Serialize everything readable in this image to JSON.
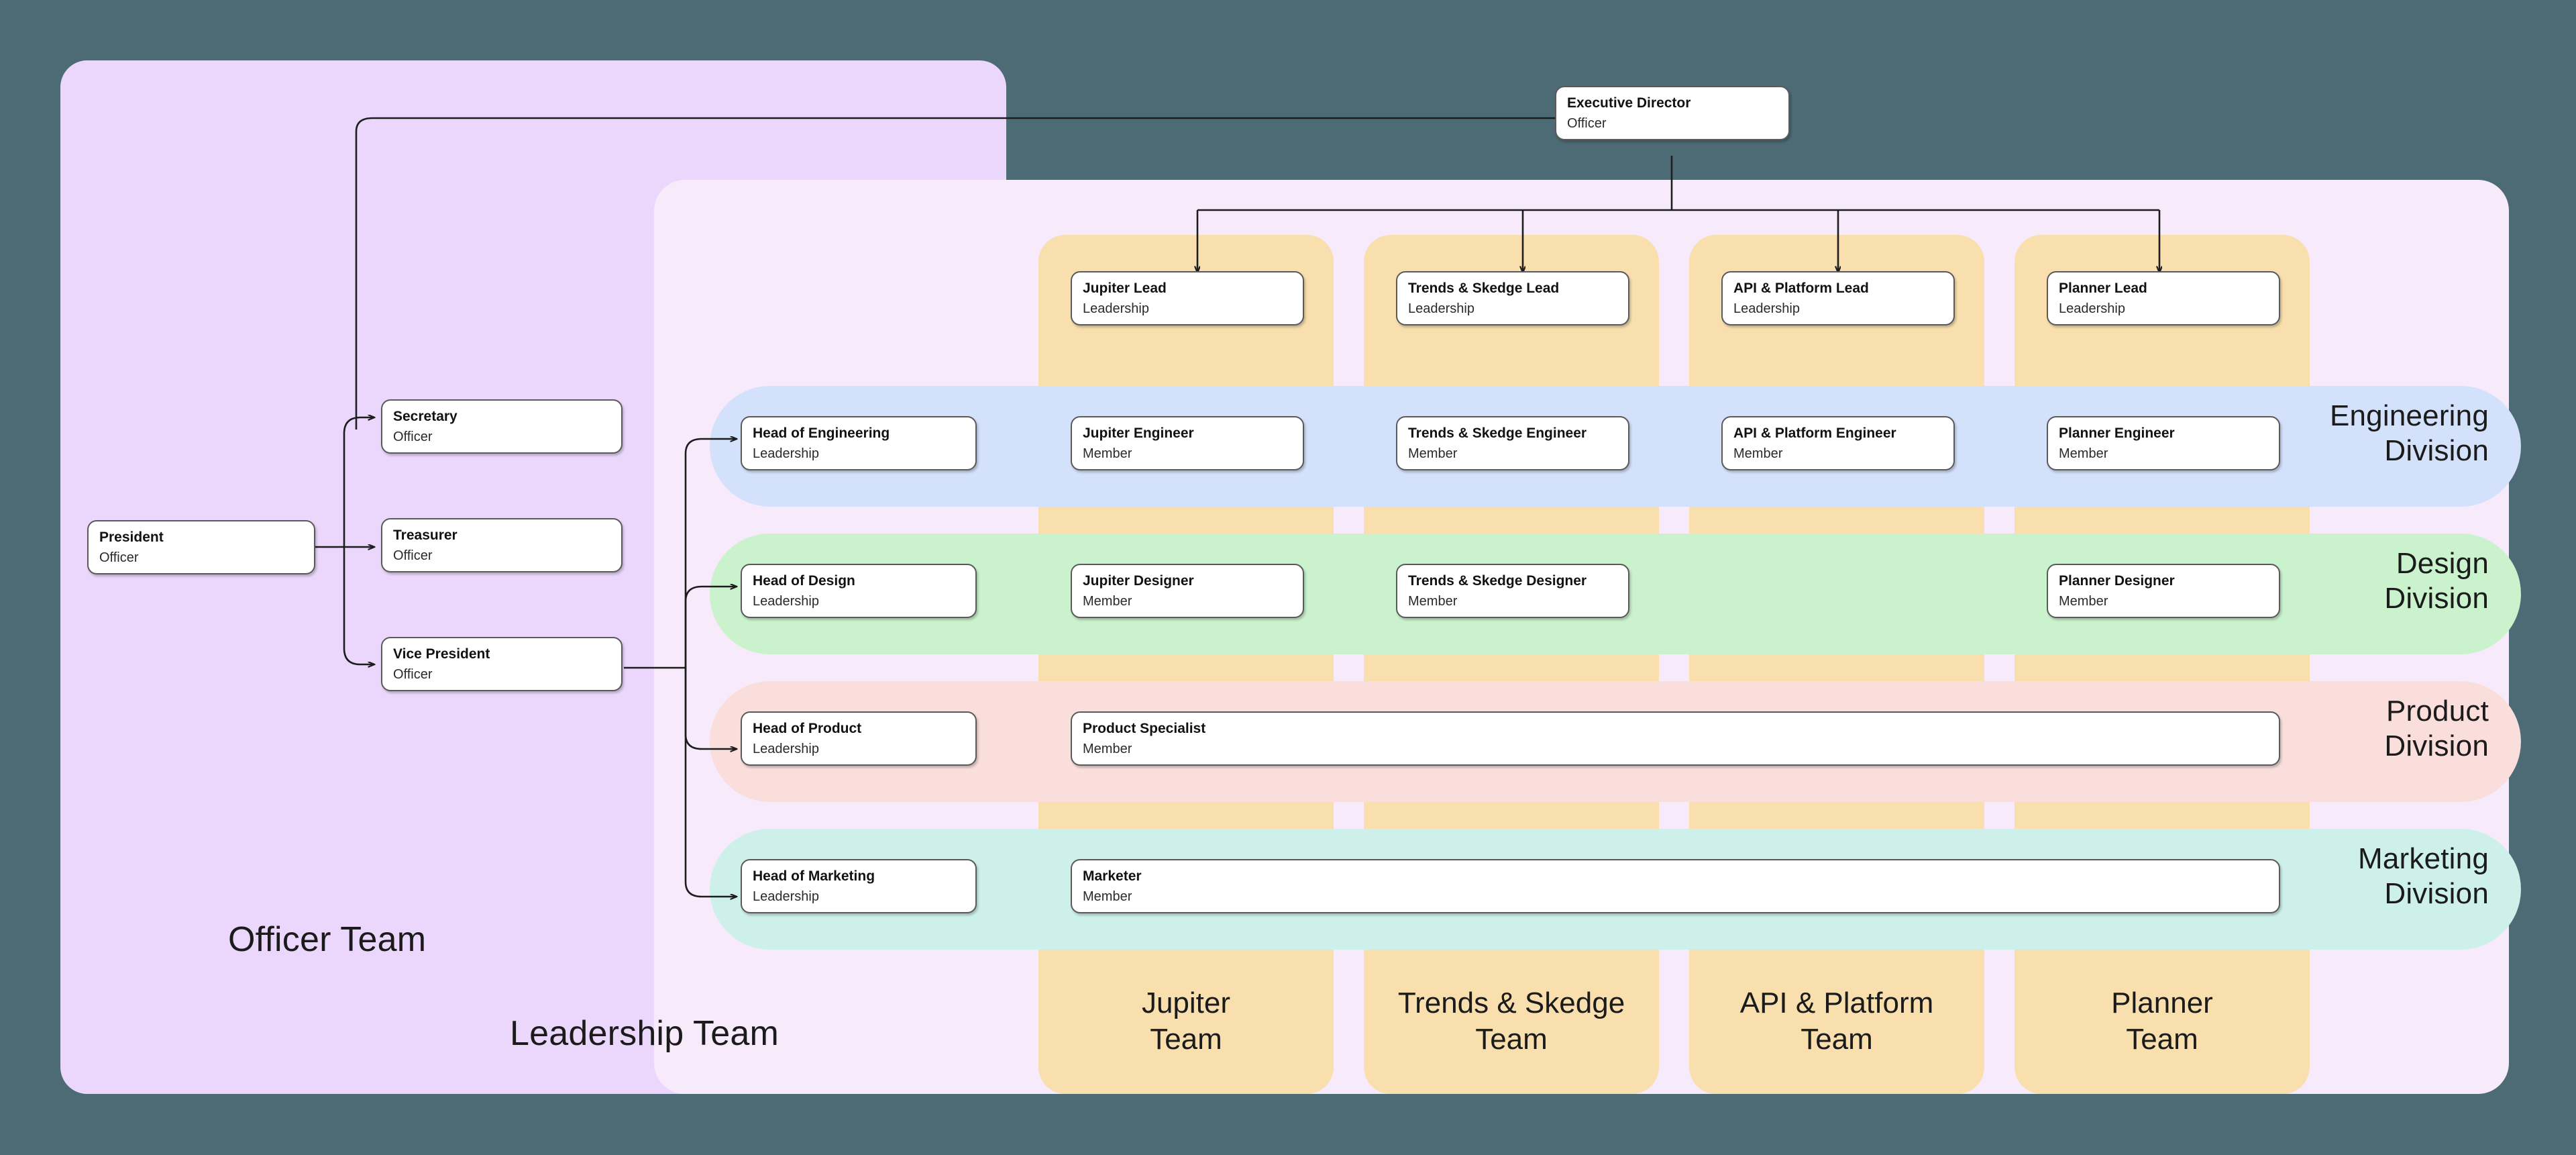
{
  "colors": {
    "canvas": "#4c6b75",
    "officer_panel": "#ead7fb",
    "leadership_panel": "#f7eafb",
    "team_column": "#f8dfad",
    "engineering": "#d3e1fb",
    "design": "#caf2cd",
    "product": "#fadedb",
    "marketing": "#cdf0ea",
    "node_fill": "#ffffff",
    "node_border": "#5a5a5a",
    "edge": "#1d1d1d"
  },
  "panels": {
    "officer_team_label": "Officer Team",
    "leadership_team_label": "Leadership Team"
  },
  "roles": {
    "officer": "Officer",
    "leadership": "Leadership",
    "member": "Member"
  },
  "officers": [
    {
      "title": "President",
      "role": "Officer"
    },
    {
      "title": "Secretary",
      "role": "Officer"
    },
    {
      "title": "Treasurer",
      "role": "Officer"
    },
    {
      "title": "Vice President",
      "role": "Officer"
    }
  ],
  "executive": {
    "title": "Executive Director",
    "role": "Officer"
  },
  "teams": [
    {
      "name": "Jupiter",
      "label": "Jupiter\nTeam",
      "line1": "Jupiter",
      "line2": "Team"
    },
    {
      "name": "Trends & Skedge",
      "label": "Trends & Skedge\nTeam",
      "line1": "Trends & Skedge",
      "line2": "Team"
    },
    {
      "name": "API & Platform",
      "label": "API & Platform\nTeam",
      "line1": "API & Platform",
      "line2": "Team"
    },
    {
      "name": "Planner",
      "label": "Planner\nTeam",
      "line1": "Planner",
      "line2": "Team"
    }
  ],
  "team_leads": [
    {
      "title": "Jupiter Lead",
      "role": "Leadership"
    },
    {
      "title": "Trends & Skedge Lead",
      "role": "Leadership"
    },
    {
      "title": "API & Platform Lead",
      "role": "Leadership"
    },
    {
      "title": "Planner Lead",
      "role": "Leadership"
    }
  ],
  "divisions": [
    {
      "key": "engineering",
      "line1": "Engineering",
      "line2": "Division",
      "head": {
        "title": "Head of Engineering",
        "role": "Leadership"
      },
      "members": [
        {
          "title": "Jupiter Engineer",
          "role": "Member"
        },
        {
          "title": "Trends & Skedge Engineer",
          "role": "Member"
        },
        {
          "title": "API & Platform Engineer",
          "role": "Member"
        },
        {
          "title": "Planner Engineer",
          "role": "Member"
        }
      ]
    },
    {
      "key": "design",
      "line1": "Design",
      "line2": "Division",
      "head": {
        "title": "Head of Design",
        "role": "Leadership"
      },
      "members": [
        {
          "title": "Jupiter Designer",
          "role": "Member"
        },
        {
          "title": "Trends & Skedge Designer",
          "role": "Member"
        },
        {
          "title": "",
          "role": ""
        },
        {
          "title": "Planner Designer",
          "role": "Member"
        }
      ]
    },
    {
      "key": "product",
      "line1": "Product",
      "line2": "Division",
      "head": {
        "title": "Head of Product",
        "role": "Leadership"
      },
      "wide_member": {
        "title": "Product Specialist",
        "role": "Member"
      }
    },
    {
      "key": "marketing",
      "line1": "Marketing",
      "line2": "Division",
      "head": {
        "title": "Head of Marketing",
        "role": "Leadership"
      },
      "wide_member": {
        "title": "Marketer",
        "role": "Member"
      }
    }
  ]
}
